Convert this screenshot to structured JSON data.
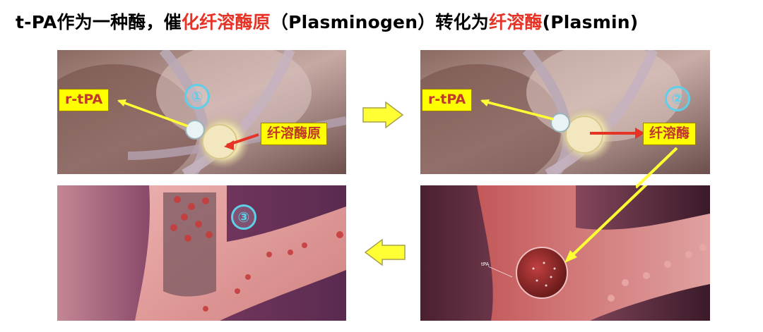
{
  "title": {
    "part1": "t-PA作为一种酶，催",
    "part2": "化纤溶酶原",
    "part3": "（Plasminogen）转化为",
    "part4": "纤溶酶",
    "part5": "(Plasmin)"
  },
  "panels": {
    "p1": {
      "step": "①",
      "label_left": "r-tPA",
      "label_right": "纤溶酶原"
    },
    "p2": {
      "step": "②",
      "label_left": "r-tPA",
      "label_right": "纤溶酶"
    },
    "p3": {
      "step": "③"
    },
    "p4": {
      "tiny_label": "tPA"
    }
  },
  "colors": {
    "accent_red": "#e53326",
    "label_bg": "#ffff00",
    "step_cyan": "#5ecfe8",
    "arrow_yellow": "#ffff33"
  }
}
